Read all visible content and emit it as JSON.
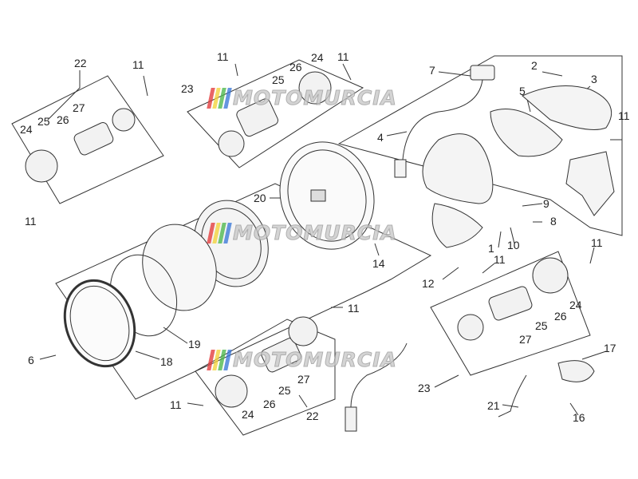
{
  "watermark": {
    "text": "MOTOMURCIA",
    "stripe_colors": [
      "#e43b3b",
      "#f3d33a",
      "#4db84d",
      "#3a78d8"
    ]
  },
  "callouts": {
    "c1": "22",
    "c2": "11",
    "c3": "24",
    "c4": "25",
    "c5": "26",
    "c6": "27",
    "c7": "11",
    "c8": "11",
    "c9": "23",
    "c10": "26",
    "c11": "25",
    "c12": "24",
    "c13": "11",
    "c14": "7",
    "c15": "2",
    "c16": "3",
    "c17": "5",
    "c18": "4",
    "c19": "11",
    "c20": "20",
    "c21": "9",
    "c22": "8",
    "c23": "1",
    "c24": "10",
    "c25": "14",
    "c26": "12",
    "c27": "11",
    "c28": "11",
    "c29": "24",
    "c30": "26",
    "c31": "25",
    "c32": "27",
    "c33": "6",
    "c34": "18",
    "c35": "19",
    "c36": "11",
    "c37": "27",
    "c38": "25",
    "c39": "26",
    "c40": "24",
    "c41": "22",
    "c42": "11",
    "c43": "23",
    "c44": "17",
    "c45": "21",
    "c46": "16"
  }
}
